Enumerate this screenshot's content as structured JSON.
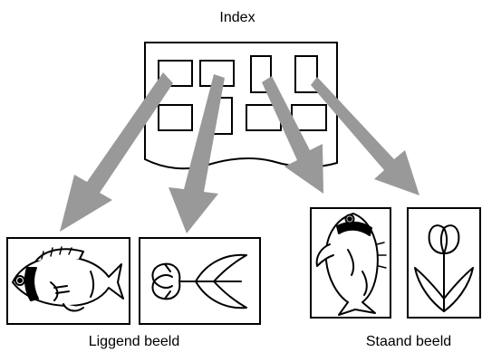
{
  "index_label": "Index",
  "landscape_label": "Liggend beeld",
  "portrait_label": "Staand beeld",
  "colors": {
    "arrow": "#999999",
    "outline": "#000000",
    "background": "#ffffff"
  },
  "icons": [
    "fish-icon",
    "tulip-icon"
  ]
}
